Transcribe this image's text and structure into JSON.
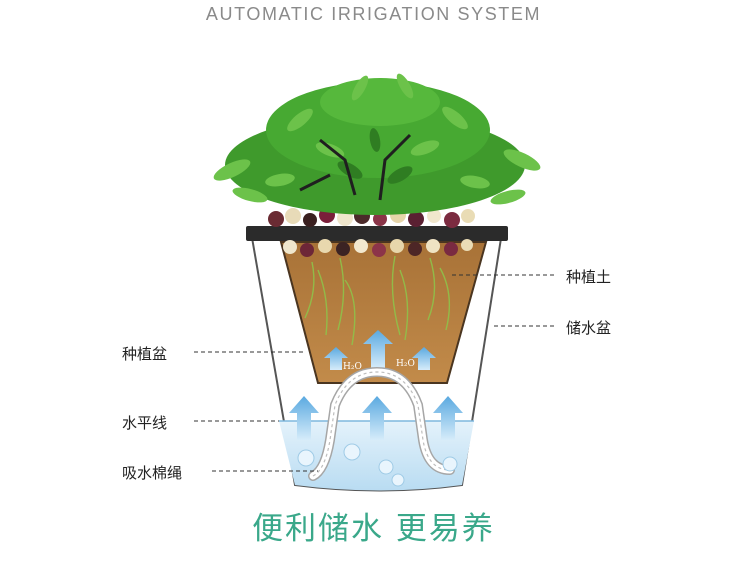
{
  "title": "AUTOMATIC IRRIGATION SYSTEM",
  "labels": {
    "soil": "种植土",
    "reservoir": "储水盆",
    "planter": "种植盆",
    "water_level": "水平线",
    "wick": "吸水棉绳"
  },
  "formula": "H₂O",
  "slogan": "便利储水  更易养",
  "colors": {
    "leaf": "#4caf35",
    "soil": "#b07a3c",
    "water": "#cfe8f7",
    "arrow": "#6fb6e6",
    "slogan": "#3aa88a"
  }
}
